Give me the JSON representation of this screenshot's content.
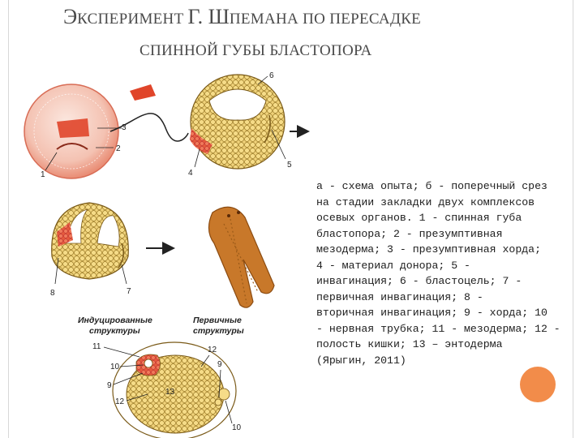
{
  "slide": {
    "title_line1_cap1": "Э",
    "title_line1_rest1": "КСПЕРИМЕНТ ",
    "title_line1_cap2": "Г. Ш",
    "title_line1_rest2": "ПЕМАНА ПО ПЕРЕСАДКЕ",
    "title_line2": "СПИННОЙ ГУБЫ БЛАСТОПОРА"
  },
  "caption_lines": [
    "а - схема опыта; б - поперечный срез",
    "на стадии закладки двух комплексов",
    "осевых органов. 1 - спинная губа",
    "бластопора; 2 - презумптивная",
    "мезодерма; 3 - презумптивная хорда;",
    "4 - материал донора; 5 -",
    "инвагинация; 6 - бластоцель; 7 -",
    "первичная инвагинация; 8 -",
    "вторичная инвагинация; 9 - хорда; 10",
    "- нервная трубка; 11 - мезодерма; 12 -",
    "полость кишки; 13 – энтодерма",
    "(Ярыгин, 2011)"
  ],
  "figure": {
    "header_induced_1": "Индуцированные",
    "header_induced_2": "структуры",
    "header_primary_1": "Первичные",
    "header_primary_2": "структуры",
    "labels": {
      "n1": "1",
      "n2": "2",
      "n3": "3",
      "n4": "4",
      "n5": "5",
      "n6": "6",
      "n7": "7",
      "n8": "8",
      "n9a": "9",
      "n9b": "9",
      "n10a": "10",
      "n10b": "10",
      "n11": "11",
      "n12a": "12",
      "n12b": "12",
      "n13": "13"
    }
  },
  "colors": {
    "title": "#4a4a4a",
    "tissue_yellow": "#f0d27a",
    "tissue_dark": "#8a6a20",
    "graft_red": "#e0452a",
    "embryo_brown": "#c8782a",
    "accent_orange": "#f28c4a"
  }
}
